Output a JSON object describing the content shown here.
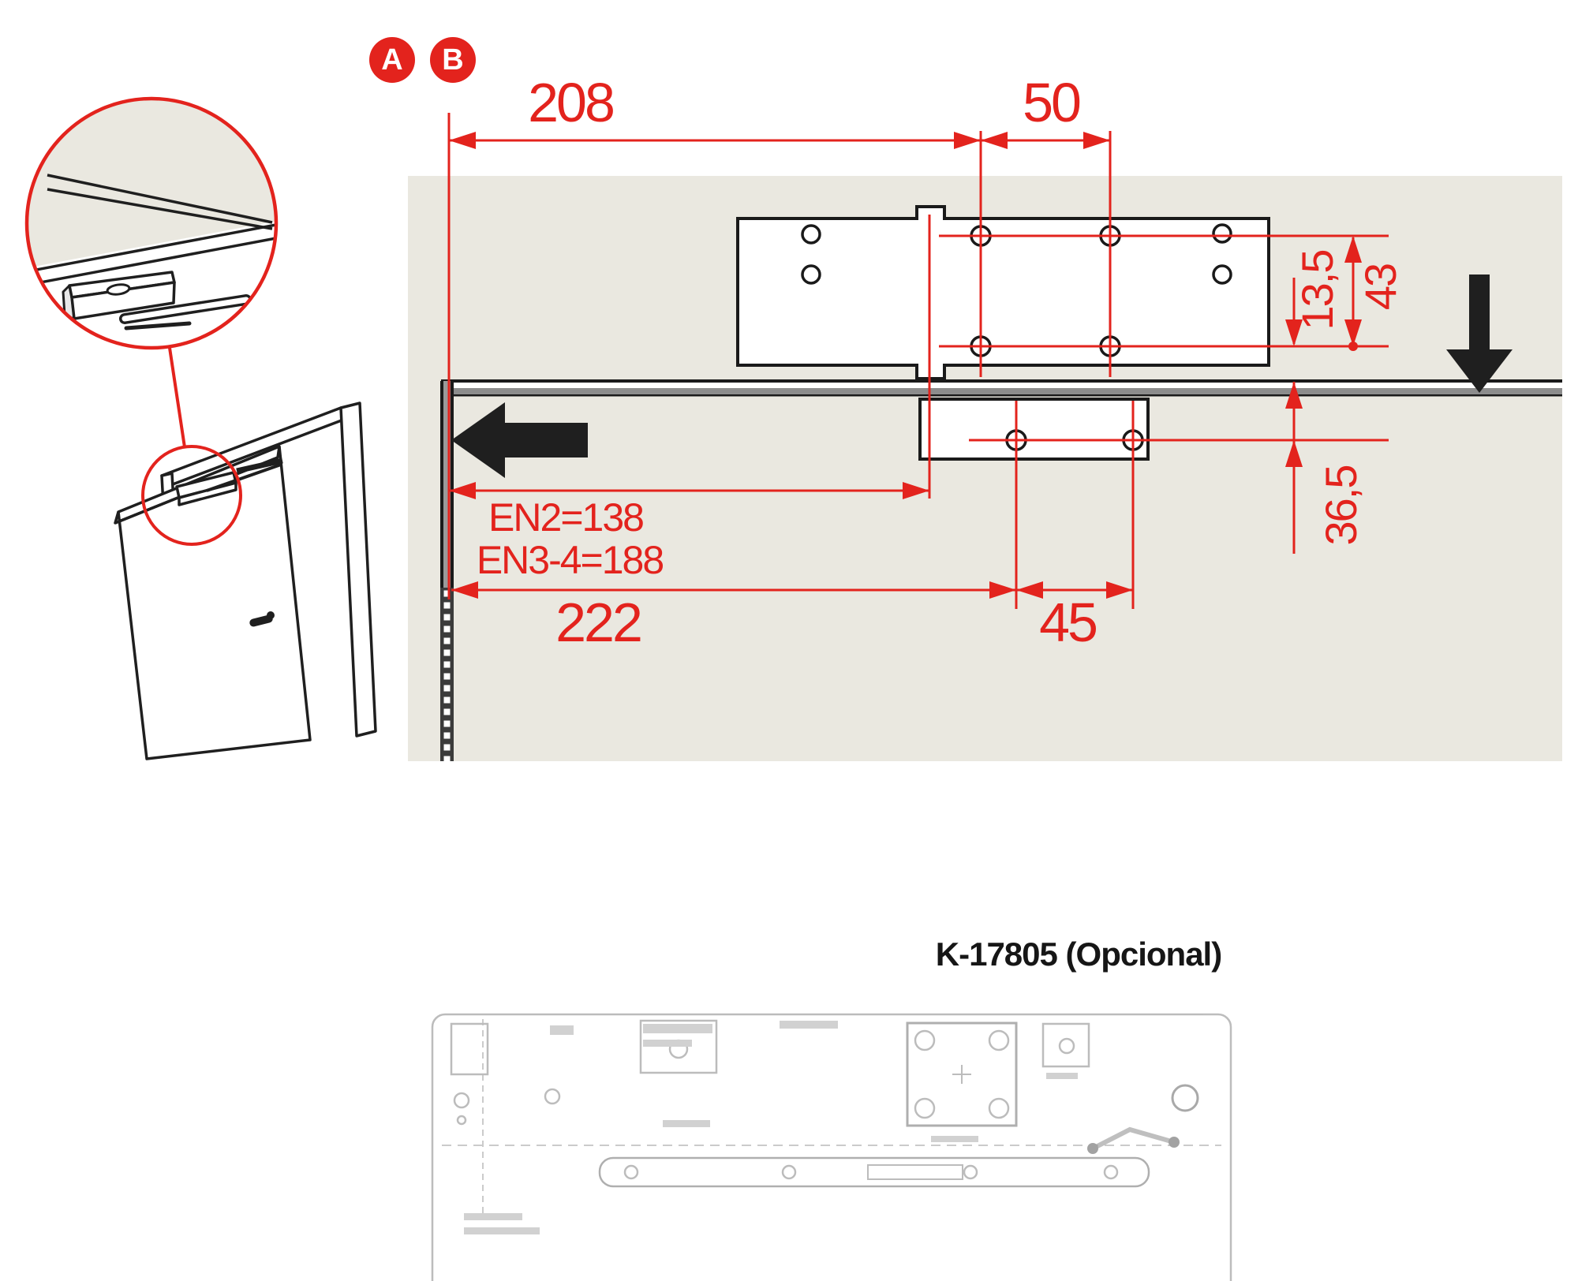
{
  "badges": {
    "a": "A",
    "b": "B"
  },
  "dimensions": {
    "plate_offset_horizontal": "208",
    "plate_hole_spacing": "50",
    "hole_row_to_frame": "13,5",
    "hole_row_spacing": "43",
    "en2_distance": "EN2=138",
    "en34_distance": "EN3-4=188",
    "total_distance": "222",
    "bracket_hole_spacing": "45",
    "bracket_drop": "36,5"
  },
  "footer": {
    "template_label": "K-17805 (Opcional)"
  },
  "icons": {
    "pull_direction": "arrow-left-icon",
    "push_direction": "arrow-down-icon",
    "detail_zoom": "magnifier-circle"
  },
  "colors": {
    "accent_red": "#e3231d",
    "wall_beige": "#eae8e0",
    "frame_gray": "#8c8c8c",
    "ink_black": "#1f1f1f",
    "template_gray": "#b9b9b9"
  }
}
